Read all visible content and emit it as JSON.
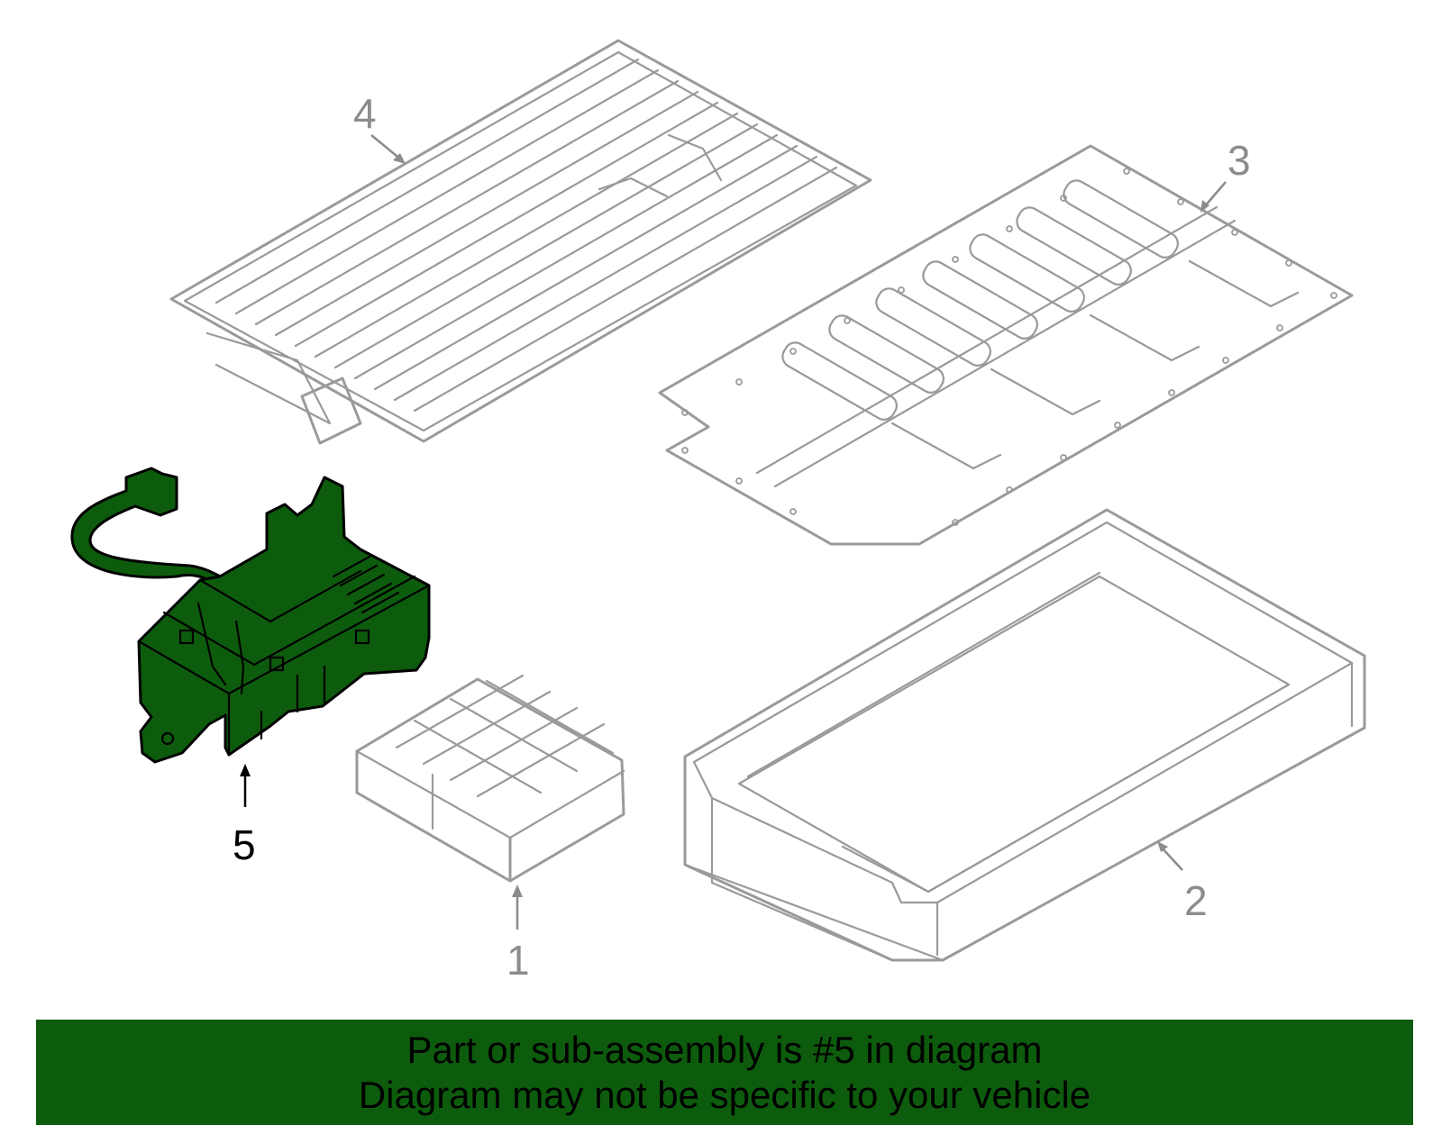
{
  "colors": {
    "highlight": "#0d5c0d",
    "banner": "#0d5c0d",
    "outline": "#9a9a9a",
    "callout_dark": "#000000",
    "callout_gray": "#8c8c8c"
  },
  "callouts": {
    "part1": "1",
    "part2": "2",
    "part3": "3",
    "part4": "4",
    "part5": "5"
  },
  "banner": {
    "line1": "Part or sub-assembly is #5 in diagram",
    "line2": "Diagram may not be specific to your vehicle"
  }
}
